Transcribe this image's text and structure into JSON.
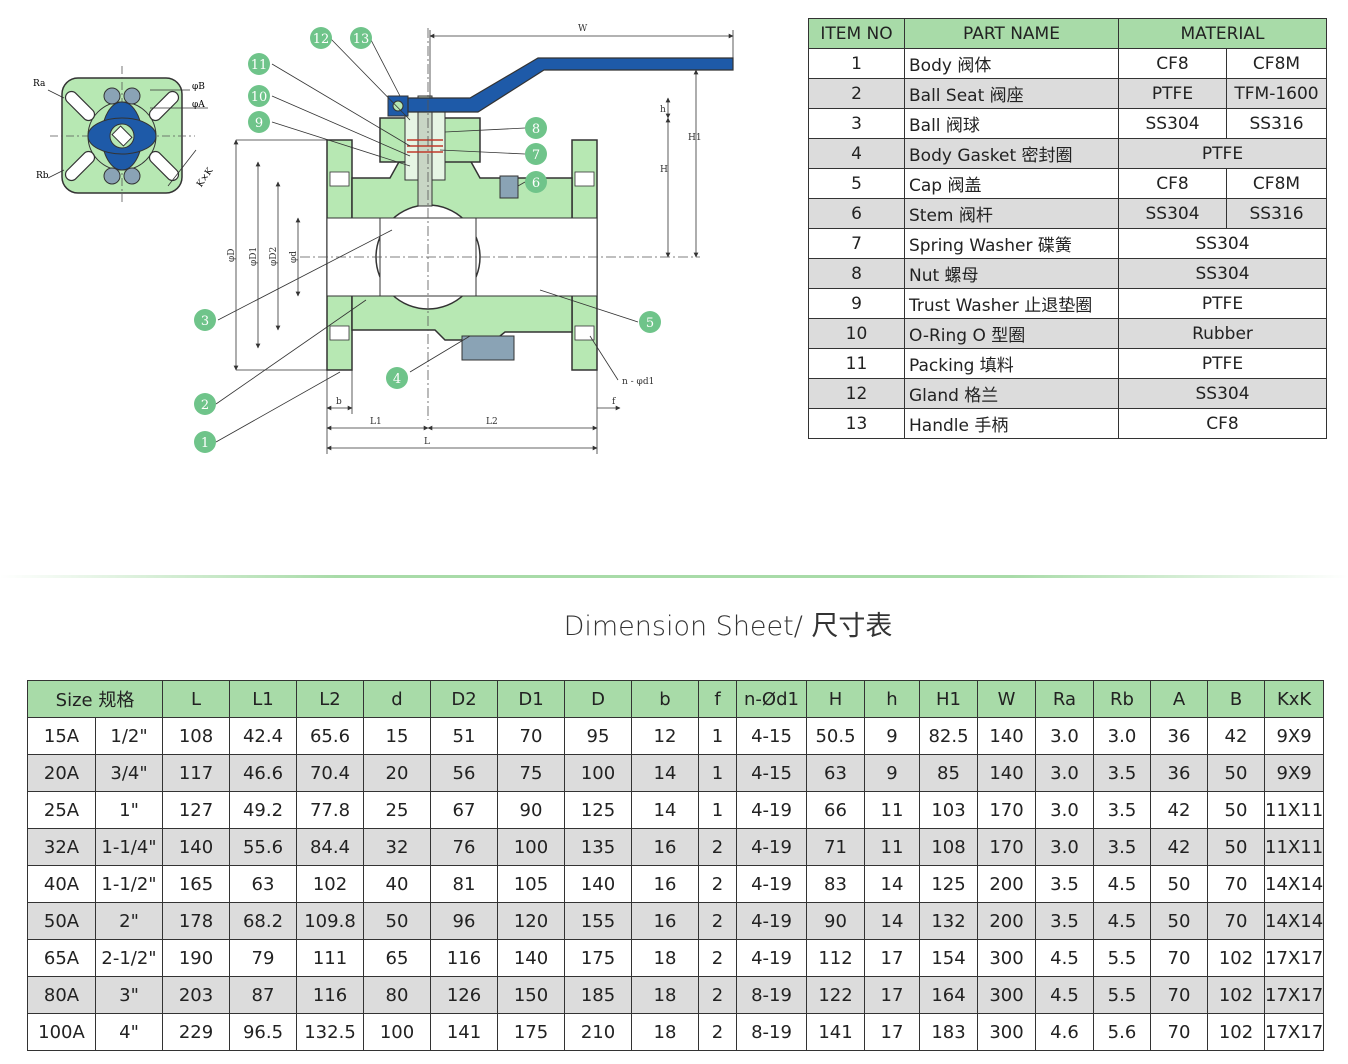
{
  "drawing": {
    "callouts": [
      "1",
      "2",
      "3",
      "4",
      "5",
      "6",
      "7",
      "8",
      "9",
      "10",
      "11",
      "12",
      "13"
    ],
    "dimension_labels": {
      "W": "W",
      "h": "h",
      "H": "H",
      "H1": "H1",
      "phiD": "φD",
      "phiD1": "φD1",
      "phiD2": "φD2",
      "phid": "φd",
      "b": "b",
      "f": "f",
      "n_phid1": "n - φd1",
      "L1": "L1",
      "L2": "L2",
      "L": "L",
      "Ra": "Ra",
      "Rb": "Rb",
      "phiB": "φB",
      "phiA": "φA",
      "KxK": "K×K"
    },
    "colors": {
      "body": "#b7e8b3",
      "handle": "#1e5aa8",
      "outline": "#333333",
      "callout": "#6fc48a"
    }
  },
  "parts_table": {
    "headers": {
      "item": "ITEM NO",
      "part": "PART NAME",
      "material": "MATERIAL"
    },
    "rows": [
      {
        "item": "1",
        "part": "Body 阀体",
        "mat1": "CF8",
        "mat2": "CF8M"
      },
      {
        "item": "2",
        "part": "Ball Seat 阀座",
        "mat1": "PTFE",
        "mat2": "TFM-1600"
      },
      {
        "item": "3",
        "part": "Ball 阀球",
        "mat1": "SS304",
        "mat2": "SS316"
      },
      {
        "item": "4",
        "part": "Body Gasket 密封圈",
        "mat": "PTFE"
      },
      {
        "item": "5",
        "part": "Cap 阀盖",
        "mat1": "CF8",
        "mat2": "CF8M"
      },
      {
        "item": "6",
        "part": "Stem 阀杆",
        "mat1": "SS304",
        "mat2": "SS316"
      },
      {
        "item": "7",
        "part": "Spring Washer 碟簧",
        "mat": "SS304"
      },
      {
        "item": "8",
        "part": "Nut 螺母",
        "mat": "SS304"
      },
      {
        "item": "9",
        "part": "Trust Washer 止退垫圈",
        "mat": "PTFE"
      },
      {
        "item": "10",
        "part": "O-Ring O 型圈",
        "mat": "Rubber"
      },
      {
        "item": "11",
        "part": "Packing 填料",
        "mat": "PTFE"
      },
      {
        "item": "12",
        "part": "Gland 格兰",
        "mat": "SS304"
      },
      {
        "item": "13",
        "part": "Handle 手柄",
        "mat": "CF8"
      }
    ]
  },
  "dimension_sheet": {
    "title": "Dimension Sheet/ 尺寸表",
    "headers": [
      "Size 规格",
      "L",
      "L1",
      "L2",
      "d",
      "D2",
      "D1",
      "D",
      "b",
      "f",
      "n-Ød1",
      "H",
      "h",
      "H1",
      "W",
      "Ra",
      "Rb",
      "A",
      "B",
      "KxK"
    ],
    "rows": [
      [
        "15A",
        "1/2\"",
        "108",
        "42.4",
        "65.6",
        "15",
        "51",
        "70",
        "95",
        "12",
        "1",
        "4-15",
        "50.5",
        "9",
        "82.5",
        "140",
        "3.0",
        "3.0",
        "36",
        "42",
        "9X9"
      ],
      [
        "20A",
        "3/4\"",
        "117",
        "46.6",
        "70.4",
        "20",
        "56",
        "75",
        "100",
        "14",
        "1",
        "4-15",
        "63",
        "9",
        "85",
        "140",
        "3.0",
        "3.5",
        "36",
        "50",
        "9X9"
      ],
      [
        "25A",
        "1\"",
        "127",
        "49.2",
        "77.8",
        "25",
        "67",
        "90",
        "125",
        "14",
        "1",
        "4-19",
        "66",
        "11",
        "103",
        "170",
        "3.0",
        "3.5",
        "42",
        "50",
        "11X11"
      ],
      [
        "32A",
        "1-1/4\"",
        "140",
        "55.6",
        "84.4",
        "32",
        "76",
        "100",
        "135",
        "16",
        "2",
        "4-19",
        "71",
        "11",
        "108",
        "170",
        "3.0",
        "3.5",
        "42",
        "50",
        "11X11"
      ],
      [
        "40A",
        "1-1/2\"",
        "165",
        "63",
        "102",
        "40",
        "81",
        "105",
        "140",
        "16",
        "2",
        "4-19",
        "83",
        "14",
        "125",
        "200",
        "3.5",
        "4.5",
        "50",
        "70",
        "14X14"
      ],
      [
        "50A",
        "2\"",
        "178",
        "68.2",
        "109.8",
        "50",
        "96",
        "120",
        "155",
        "16",
        "2",
        "4-19",
        "90",
        "14",
        "132",
        "200",
        "3.5",
        "4.5",
        "50",
        "70",
        "14X14"
      ],
      [
        "65A",
        "2-1/2\"",
        "190",
        "79",
        "111",
        "65",
        "116",
        "140",
        "175",
        "18",
        "2",
        "4-19",
        "112",
        "17",
        "154",
        "300",
        "4.5",
        "5.5",
        "70",
        "102",
        "17X17"
      ],
      [
        "80A",
        "3\"",
        "203",
        "87",
        "116",
        "80",
        "126",
        "150",
        "185",
        "18",
        "2",
        "8-19",
        "122",
        "17",
        "164",
        "300",
        "4.5",
        "5.5",
        "70",
        "102",
        "17X17"
      ],
      [
        "100A",
        "4\"",
        "229",
        "96.5",
        "132.5",
        "100",
        "141",
        "175",
        "210",
        "18",
        "2",
        "8-19",
        "141",
        "17",
        "183",
        "300",
        "4.6",
        "5.6",
        "70",
        "102",
        "17X17"
      ]
    ]
  }
}
